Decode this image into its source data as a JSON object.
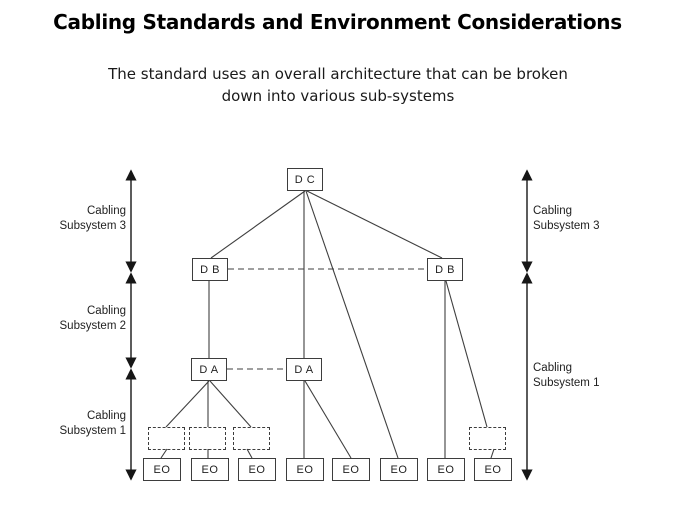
{
  "title": "Cabling Standards and Environment Considerations",
  "subtitle": "The standard uses an overall architecture that can be broken down into various sub-systems",
  "diagram": {
    "nodes": {
      "dc": "D C",
      "db": "D B",
      "da": "D A",
      "eo": "EO"
    },
    "side_labels": {
      "left_subsystem3": "Cabling Subsystem 3",
      "left_subsystem2": "Cabling Subsystem 2",
      "left_subsystem1": "Cabling Subsystem 1",
      "right_subsystem3": "Cabling Subsystem 3",
      "right_subsystem1": "Cabling Subsystem 1"
    },
    "colors": {
      "line": "#3f3f3f",
      "arrow": "#161616",
      "box_border": "#3d3d3d",
      "text": "#1f1f1f"
    }
  }
}
